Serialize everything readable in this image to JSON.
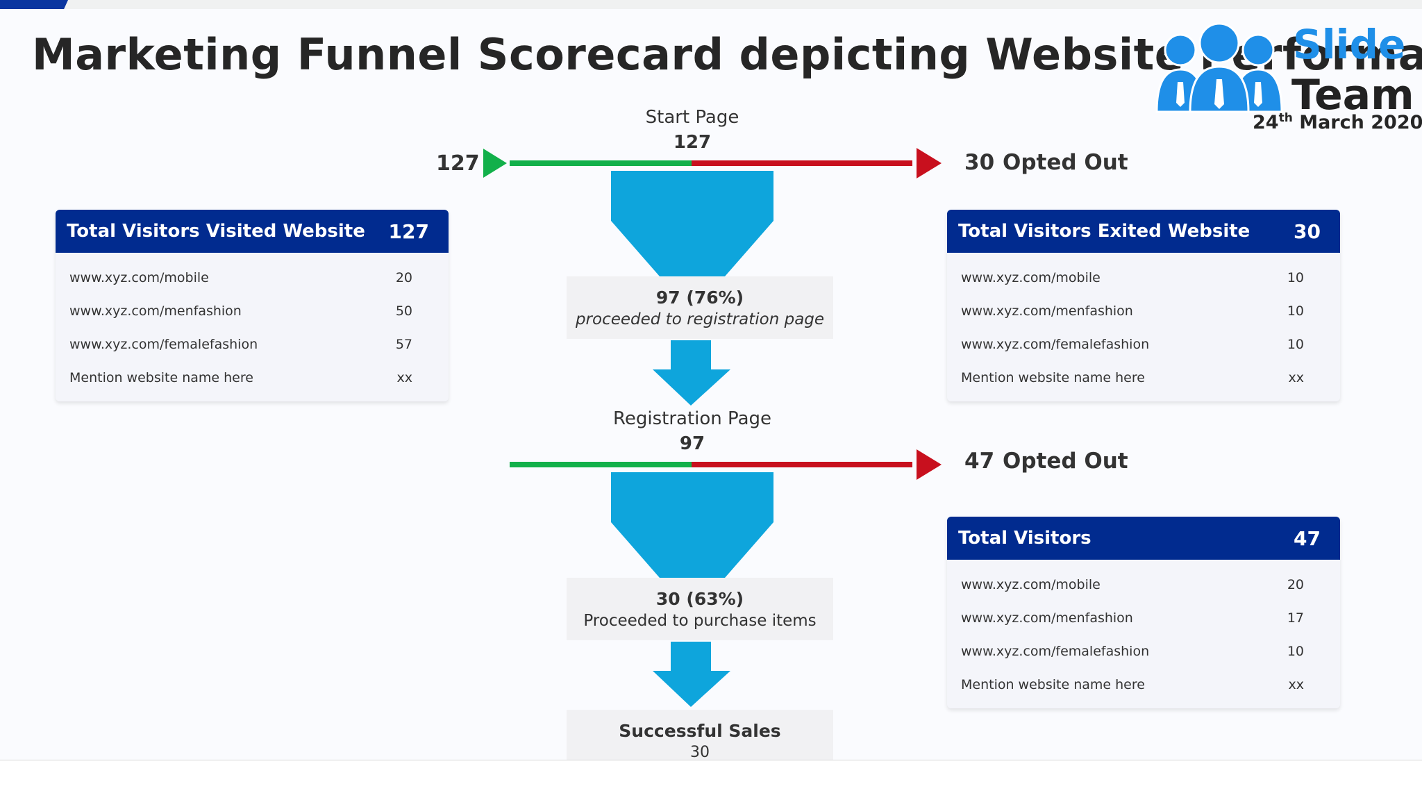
{
  "title": "Marketing Funnel Scorecard depicting Website Performance",
  "logo": {
    "line1": "Slide",
    "line2": "Team"
  },
  "date": {
    "day": "24",
    "ordinal": "th",
    "rest": "March 2020"
  },
  "funnel": {
    "stage1": {
      "label": "Start Page",
      "value": "127",
      "entering": "127",
      "opted_out_value": "30",
      "opted_out_label": "Opted Out"
    },
    "step1": {
      "value": "97 (76%)",
      "text": "proceeded to registration page"
    },
    "stage2": {
      "label": "Registration Page",
      "value": "97",
      "opted_out_value": "47",
      "opted_out_label": "Opted Out"
    },
    "step2": {
      "value": "30 (63%)",
      "text": "Proceeded to purchase items"
    },
    "final": {
      "label": "Successful Sales",
      "value": "30"
    }
  },
  "cards": {
    "left": {
      "title": "Total Visitors Visited Website",
      "total": "127",
      "rows": [
        {
          "site": "www.xyz.com/mobile",
          "value": "20"
        },
        {
          "site": "www.xyz.com/menfashion",
          "value": "50"
        },
        {
          "site": "www.xyz.com/femalefashion",
          "value": "57"
        },
        {
          "site": "Mention website name here",
          "value": "xx"
        }
      ]
    },
    "right1": {
      "title": "Total Visitors Exited Website",
      "total": "30",
      "rows": [
        {
          "site": "www.xyz.com/mobile",
          "value": "10"
        },
        {
          "site": "www.xyz.com/menfashion",
          "value": "10"
        },
        {
          "site": "www.xyz.com/femalefashion",
          "value": "10"
        },
        {
          "site": "Mention website name here",
          "value": "xx"
        }
      ]
    },
    "right2": {
      "title": "Total Visitors",
      "total": "47",
      "rows": [
        {
          "site": "www.xyz.com/mobile",
          "value": "20"
        },
        {
          "site": "www.xyz.com/menfashion",
          "value": "17"
        },
        {
          "site": "www.xyz.com/femalefashion",
          "value": "10"
        },
        {
          "site": "Mention website name here",
          "value": "xx"
        }
      ]
    }
  },
  "colors": {
    "header_blue": "#012b8f",
    "funnel_blue": "#0ea5dc",
    "green": "#12b04a",
    "red": "#c8101e",
    "logo_blue": "#1f8fe8"
  },
  "icons": {
    "logo": "people-group-icon",
    "in_arrow": "green-triangle-arrow-icon",
    "out_arrow": "red-triangle-arrow-icon"
  }
}
